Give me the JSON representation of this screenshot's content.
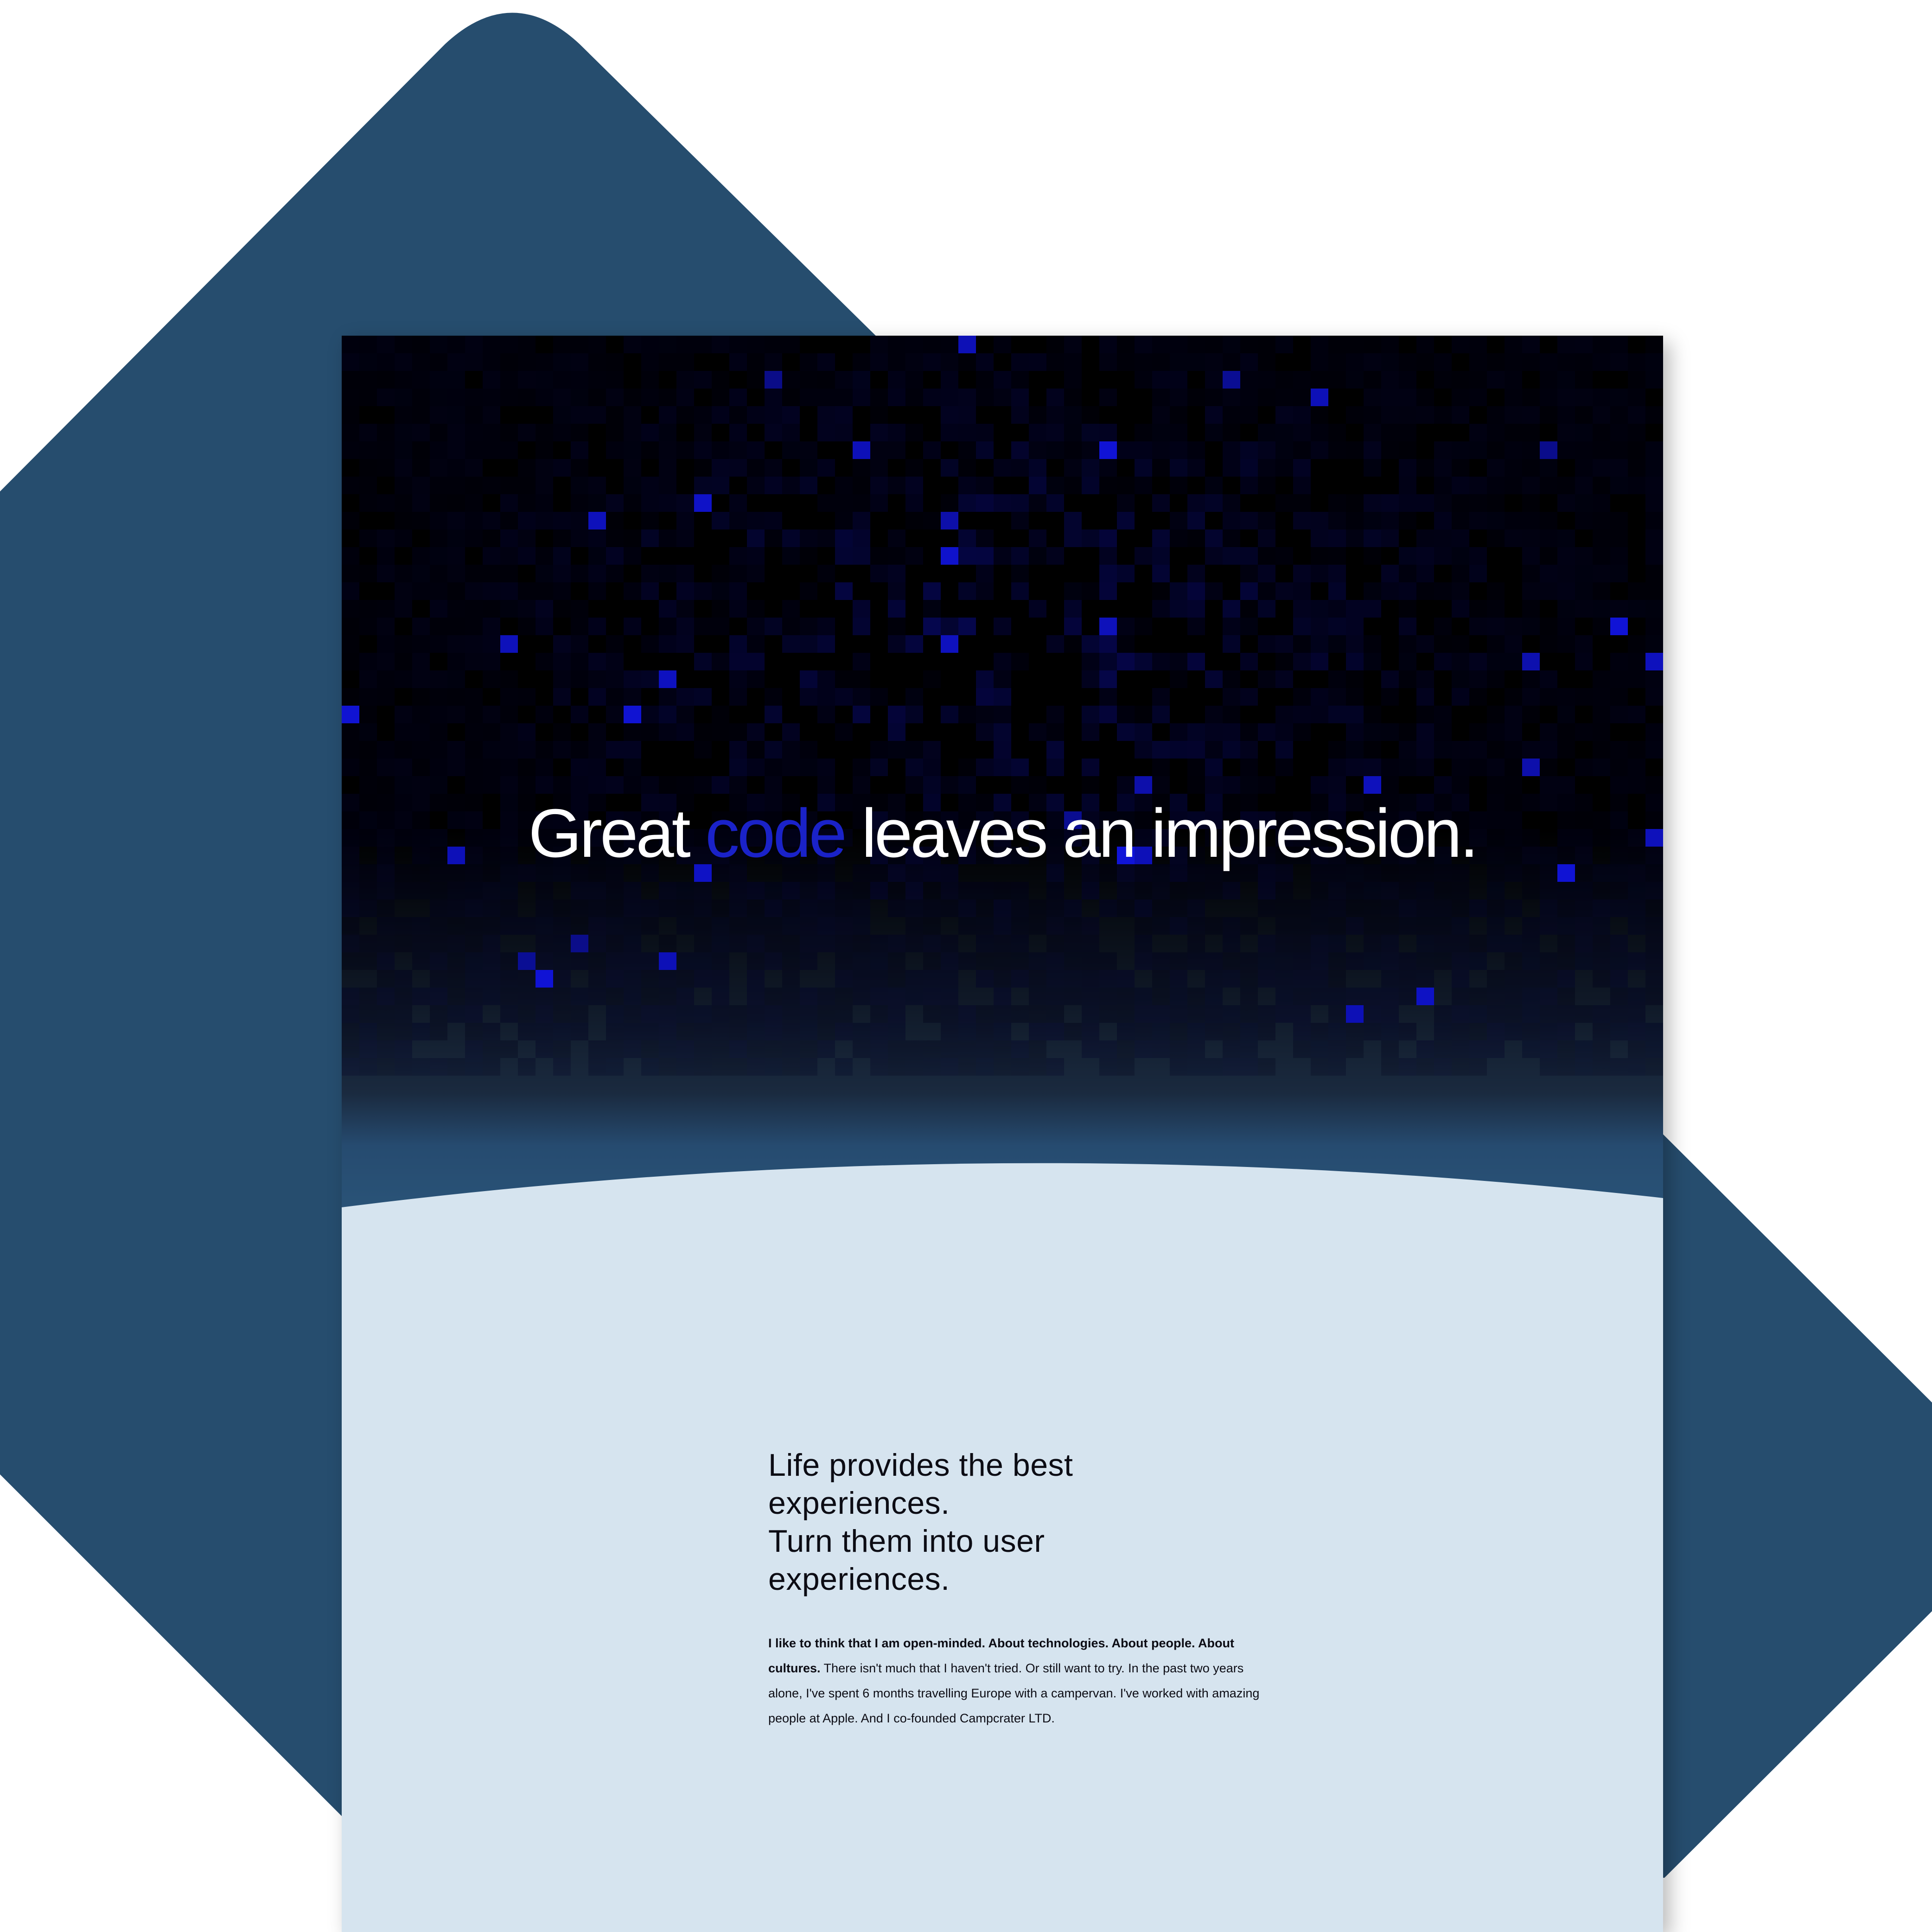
{
  "colors": {
    "background": "#ffffff",
    "envelope": "#264d6e",
    "hero_dark": "#000000",
    "pixel_blue": "#1010c8",
    "accent_word": "#1a22c8",
    "page_light": "#d6e4ef"
  },
  "hero": {
    "headline_before": "Great ",
    "headline_accent": "code",
    "headline_after": " leaves an impression."
  },
  "about": {
    "tagline_lines": [
      "Life provides the best",
      "experiences.",
      "Turn them into user",
      "experiences."
    ],
    "intro_bold": "I like to think that I am open-minded. About technologies. About people. About cultures.",
    "intro_text": " There isn't much that I haven't tried. Or still want to try. In the past two years alone, I've spent 6 months travelling Europe with a campervan. I've worked with amazing people at Apple. And I co-founded Campcrater LTD."
  }
}
